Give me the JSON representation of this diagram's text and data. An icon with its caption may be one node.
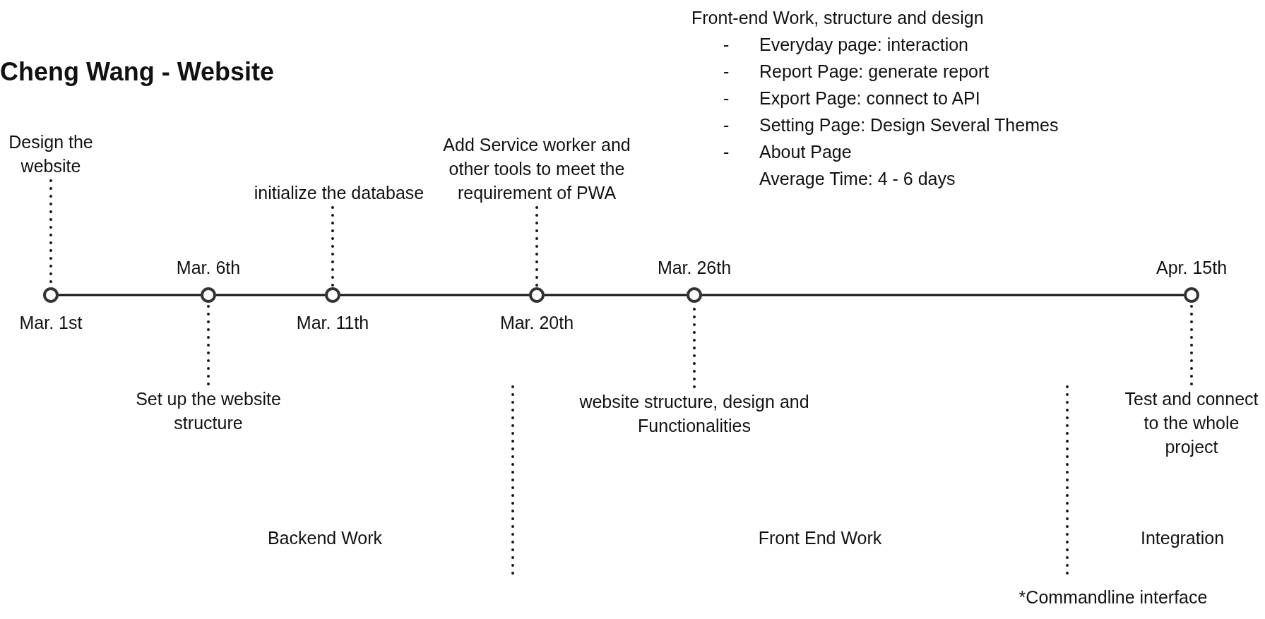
{
  "diagram": {
    "title": "Cheng Wang - Website",
    "nodes": [
      {
        "text": [
          "Design the website"
        ]
      },
      {
        "text": [],
        "shape": "circle",
        "beside": [
          "Mar. 1st"
        ]
      },
      {
        "text": [],
        "shape": "circle",
        "beside": [
          "Mar. 6th"
        ]
      },
      {
        "text": [
          "Set up the website structure"
        ]
      },
      {
        "text": [
          "initialize the database"
        ]
      },
      {
        "text": [],
        "shape": "circle",
        "beside": [
          "Mar. 11th"
        ]
      },
      {
        "text": [
          "Add Service worker and other tools to meet the requirement of PWA"
        ]
      },
      {
        "text": [],
        "shape": "circle",
        "beside": [
          "Mar. 20th"
        ]
      },
      {
        "text": [],
        "shape": "circle",
        "beside": [
          "Mar. 26th"
        ]
      },
      {
        "text": [
          "website structure, design and Functionalities"
        ]
      },
      {
        "text": [],
        "shape": "circle",
        "beside": [
          "Apr. 15th"
        ]
      },
      {
        "text": [
          "Test and connect to the whole project"
        ]
      }
    ],
    "edges": [
      {
        "from": 1,
        "to": 2,
        "arrow": "none"
      },
      {
        "from": 2,
        "to": 5,
        "arrow": "none"
      },
      {
        "from": 5,
        "to": 7,
        "arrow": "none"
      },
      {
        "from": 7,
        "to": 8,
        "arrow": "none"
      },
      {
        "from": 8,
        "to": 10,
        "arrow": "none"
      },
      {
        "from": 0,
        "to": 1,
        "arrow": "none",
        "style": "dashed"
      },
      {
        "from": 3,
        "to": 2,
        "arrow": "none",
        "style": "dashed"
      },
      {
        "from": 4,
        "to": 5,
        "arrow": "none",
        "style": "dashed"
      },
      {
        "from": 6,
        "to": 7,
        "arrow": "none",
        "style": "dashed"
      },
      {
        "from": 9,
        "to": 8,
        "arrow": "none",
        "style": "dashed"
      },
      {
        "from": 11,
        "to": 10,
        "arrow": "none",
        "style": "dashed"
      }
    ],
    "labels": [
      "Front-end Work, structure and design",
      "-",
      "Everyday page: interaction",
      "-",
      "Report Page: generate report",
      "-",
      "Export Page: connect to API",
      "-",
      "Setting Page: Design Several Themes",
      "-",
      "About Page",
      "Average Time: 4 - 6 days",
      "Backend Work",
      "Front End Work",
      "Integration",
      "*Commandline interface"
    ]
  }
}
